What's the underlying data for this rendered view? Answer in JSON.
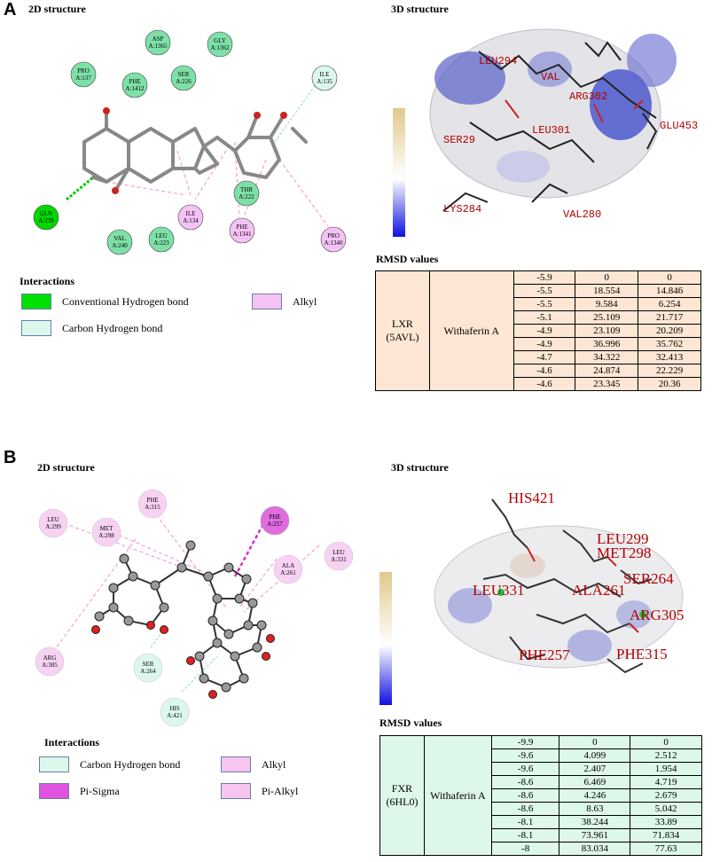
{
  "panels": [
    {
      "label": "A",
      "title_2d": "2D structure",
      "title_3d": "3D structure",
      "residues_2d": [
        {
          "name": "ASP",
          "id": "A:1365"
        },
        {
          "name": "GLY",
          "id": "A:1362"
        },
        {
          "name": "PRO",
          "id": "A:137"
        },
        {
          "name": "PHE",
          "id": "A:1412"
        },
        {
          "name": "SER",
          "id": "A:226"
        },
        {
          "name": "ILE",
          "id": "A:135"
        },
        {
          "name": "THR",
          "id": "A:222"
        },
        {
          "name": "ILE",
          "id": "A:134"
        },
        {
          "name": "PHE",
          "id": "A:1341"
        },
        {
          "name": "PRO",
          "id": "A:1340"
        },
        {
          "name": "GLN",
          "id": "A:239"
        },
        {
          "name": "VAL",
          "id": "A:240"
        },
        {
          "name": "LEU",
          "id": "A:223"
        }
      ],
      "labels_3d": [
        "LEU294",
        "VAL",
        "ARG302",
        "SER29",
        "LEU301",
        "GLU453",
        "LYS284",
        "VAL280"
      ],
      "legend": {
        "title": "Interactions",
        "items": [
          {
            "label": "Conventional Hydrogen bond",
            "color": "#00e000"
          },
          {
            "label": "Alkyl",
            "color": "#f5c2f5"
          },
          {
            "label": "Carbon Hydrogen bond",
            "color": "#dcf7ec"
          }
        ]
      },
      "rmsd": {
        "title": "RMSD values",
        "target": "LXR",
        "pdb": "(5AVL)",
        "ligand": "Withaferin A",
        "rows": [
          [
            "-5.9",
            "0",
            "0"
          ],
          [
            "-5.5",
            "18.554",
            "14.846"
          ],
          [
            "-5.5",
            "9.584",
            "6.254"
          ],
          [
            "-5.1",
            "25.109",
            "21.717"
          ],
          [
            "-4.9",
            "23.109",
            "20.209"
          ],
          [
            "-4.9",
            "36.996",
            "35.762"
          ],
          [
            "-4.7",
            "34.322",
            "32.413"
          ],
          [
            "-4.6",
            "24.874",
            "22.229"
          ],
          [
            "-4.6",
            "23.345",
            "20.36"
          ]
        ],
        "bg_color": "#fde6d4"
      }
    },
    {
      "label": "B",
      "title_2d": "2D structure",
      "title_3d": "3D structure",
      "residues_2d": [
        {
          "name": "PHE",
          "id": "A:315"
        },
        {
          "name": "LEU",
          "id": "A:299"
        },
        {
          "name": "MET",
          "id": "A:298"
        },
        {
          "name": "PHE",
          "id": "A:257"
        },
        {
          "name": "ALA",
          "id": "A:261"
        },
        {
          "name": "LEU",
          "id": "A:331"
        },
        {
          "name": "ARG",
          "id": "A:305"
        },
        {
          "name": "SER",
          "id": "A:264"
        },
        {
          "name": "HIS",
          "id": "A:421"
        }
      ],
      "labels_3d": [
        "HIS421",
        "LEU299",
        "MET298",
        "LEU331",
        "ALA261",
        "SER264",
        "ARG305",
        "PHE257",
        "PHE315"
      ],
      "legend": {
        "title": "Interactions",
        "items": [
          {
            "label": "Carbon Hydrogen bond",
            "color": "#dcf7ec"
          },
          {
            "label": "Alkyl",
            "color": "#f7c5f0"
          },
          {
            "label": "Pi-Sigma",
            "color": "#e052e0"
          },
          {
            "label": "Pi-Alkyl",
            "color": "#f7c5f0"
          }
        ]
      },
      "rmsd": {
        "title": "RMSD values",
        "target": "FXR",
        "pdb": "(6HL0)",
        "ligand": "Withaferin  A",
        "rows": [
          [
            "-9.9",
            "0",
            "0"
          ],
          [
            "-9.6",
            "4.099",
            "2.512"
          ],
          [
            "-9.6",
            "2.407",
            "1.954"
          ],
          [
            "-8.6",
            "6.469",
            "4.719"
          ],
          [
            "-8.6",
            "4.246",
            "2.679"
          ],
          [
            "-8.6",
            "8.63",
            "5.042"
          ],
          [
            "-8.1",
            "38.244",
            "33.89"
          ],
          [
            "-8.1",
            "73.961",
            "71.834"
          ],
          [
            "-8",
            "83.034",
            "77.63"
          ]
        ],
        "bg_color": "#ddf7e8"
      }
    }
  ]
}
